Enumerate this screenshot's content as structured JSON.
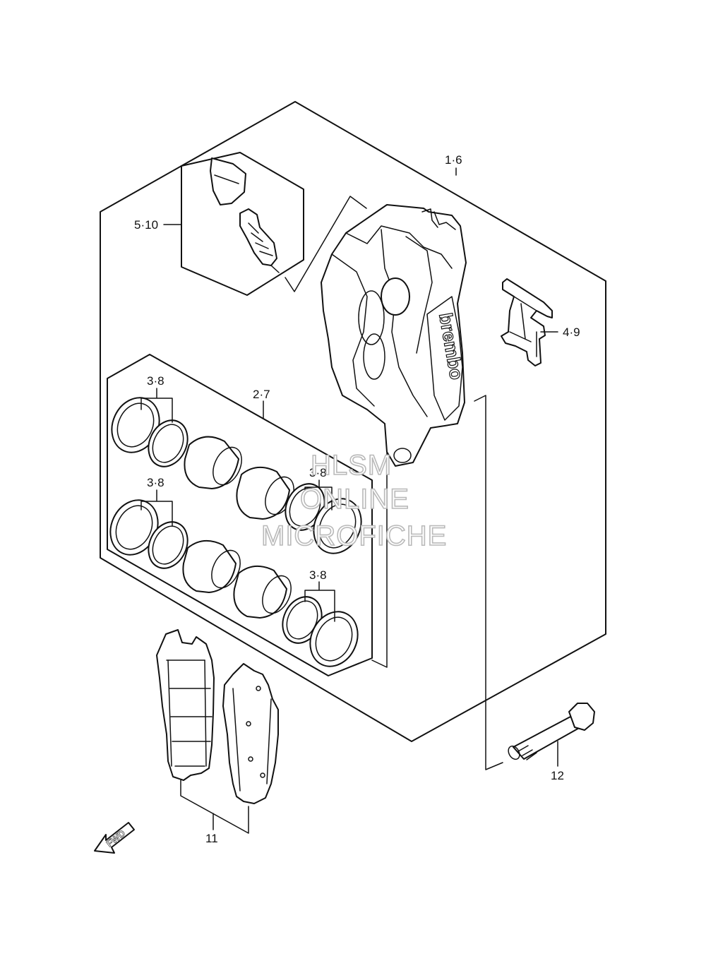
{
  "callouts": {
    "caliper_assy": "1·6",
    "piston_set": "2·7",
    "seal_top_left": "3·8",
    "seal_mid_left": "3·8",
    "seal_mid_right": "3·8",
    "seal_bottom_right": "3·8",
    "spring_clip": "4·9",
    "bleeder_valve": "5·10",
    "brake_pads": "11",
    "pin_bolt": "12"
  },
  "caliper_brand_text": "brembo",
  "direction_arrow_text": "FWD",
  "watermark": {
    "line1": "HLSM",
    "line2": "ONLINE",
    "line3": "MICROFICHE"
  }
}
